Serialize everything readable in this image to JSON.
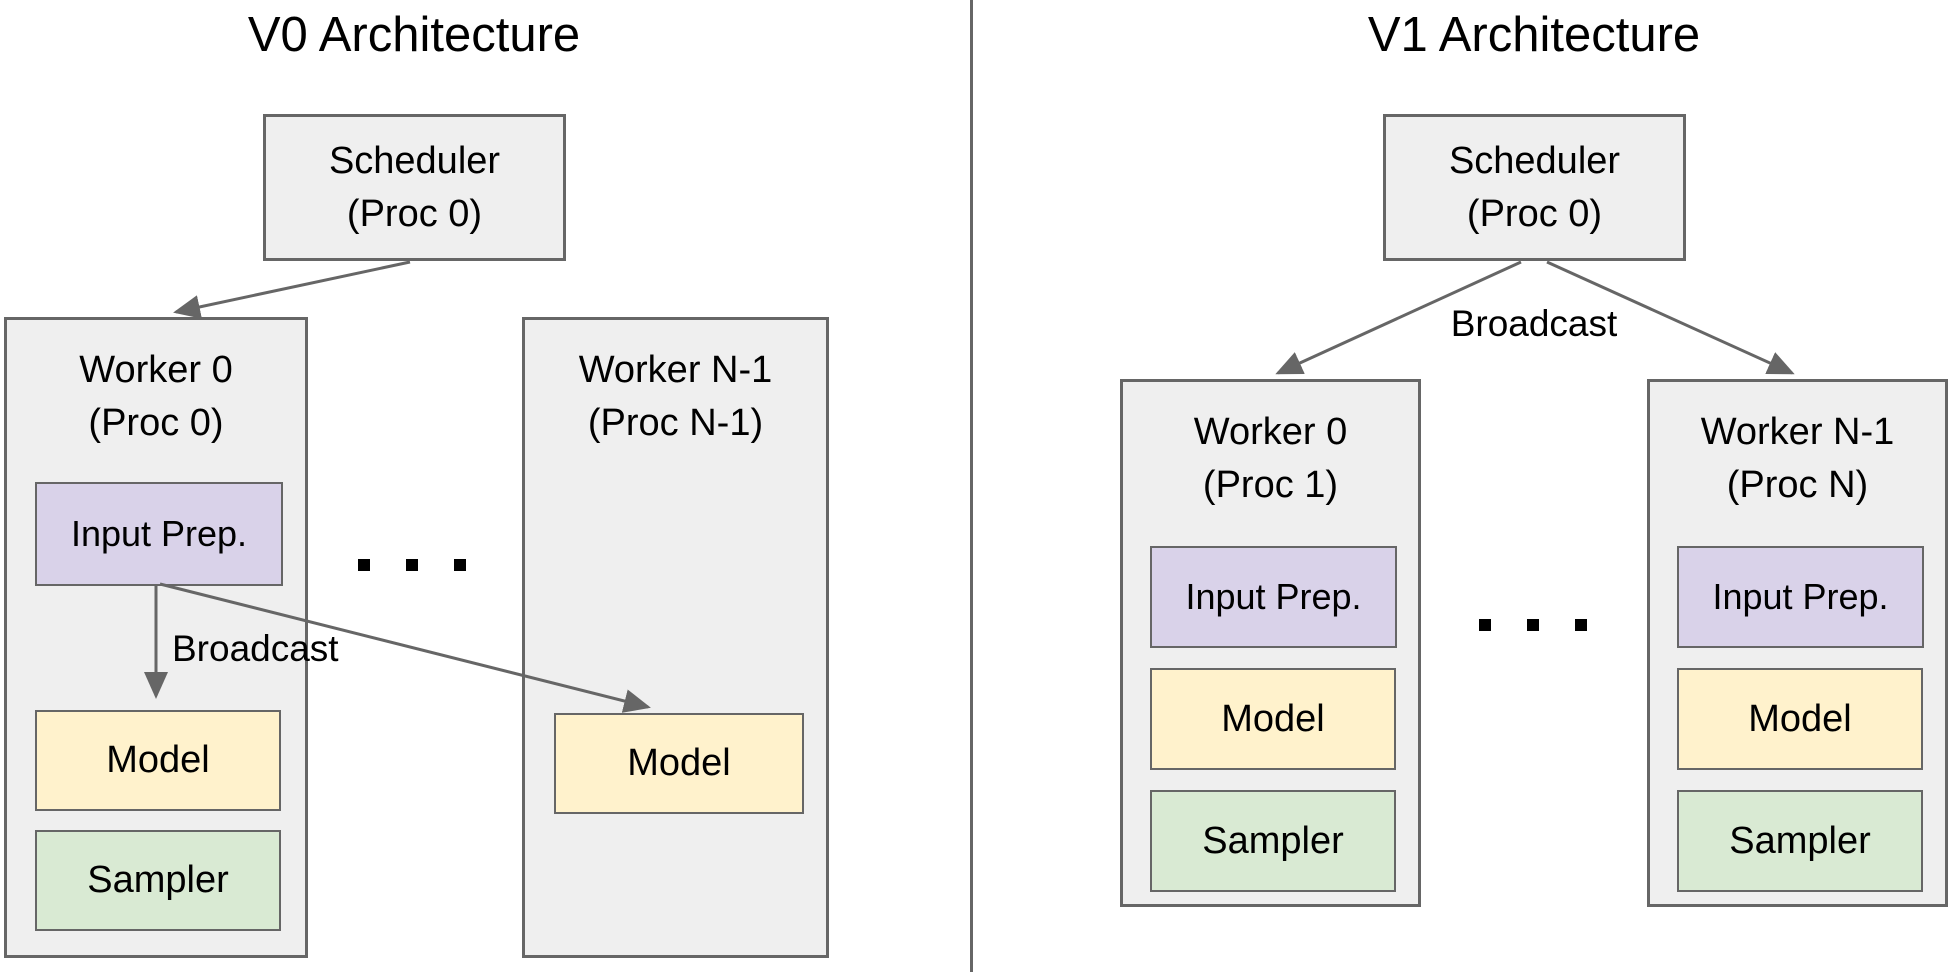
{
  "panels": {
    "v0": {
      "title": "V0 Architecture",
      "scheduler": {
        "line1": "Scheduler",
        "line2": "(Proc 0)"
      },
      "worker0": {
        "line1": "Worker 0",
        "line2": "(Proc 0)",
        "input_prep_label": "Input Prep.",
        "model_label": "Model",
        "sampler_label": "Sampler"
      },
      "workerN": {
        "line1": "Worker N-1",
        "line2": "(Proc N-1)",
        "model_label": "Model"
      },
      "broadcast_label": "Broadcast"
    },
    "v1": {
      "title": "V1 Architecture",
      "scheduler": {
        "line1": "Scheduler",
        "line2": "(Proc 0)"
      },
      "broadcast_label": "Broadcast",
      "worker0": {
        "line1": "Worker 0",
        "line2": "(Proc 1)",
        "input_prep_label": "Input Prep.",
        "model_label": "Model",
        "sampler_label": "Sampler"
      },
      "workerN": {
        "line1": "Worker N-1",
        "line2": "(Proc N)",
        "input_prep_label": "Input Prep.",
        "model_label": "Model",
        "sampler_label": "Sampler"
      }
    }
  },
  "icons": {
    "ellipsis": "three-square-dots-horizontal",
    "arrowhead": "filled-triangle"
  },
  "colors": {
    "background": "#ffffff",
    "container_fill": "#efefef",
    "container_border": "#666666",
    "input_prep_fill": "#d9d2e9",
    "model_fill": "#fff2cc",
    "sampler_fill": "#d9ead3",
    "arrow": "#666666",
    "divider": "#666666",
    "text": "#000000"
  }
}
